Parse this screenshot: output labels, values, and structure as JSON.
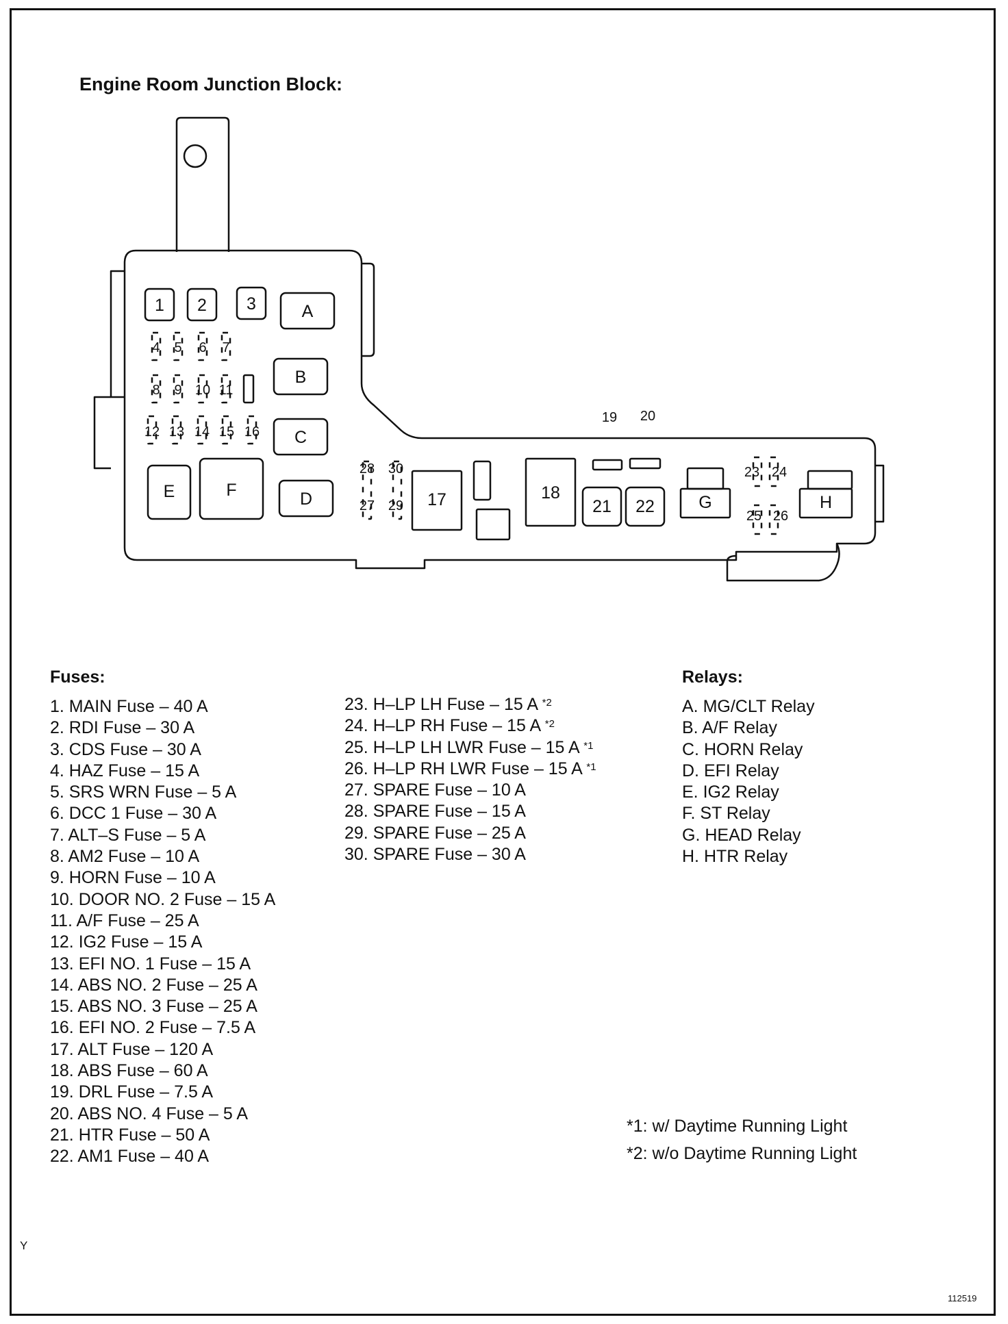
{
  "title": "Engine Room Junction Block:",
  "diagram": {
    "fuse_slots": [
      "1",
      "2",
      "3",
      "4",
      "5",
      "6",
      "7",
      "8",
      "9",
      "10",
      "11",
      "12",
      "13",
      "14",
      "15",
      "16",
      "17",
      "18",
      "19",
      "20",
      "21",
      "22",
      "23",
      "24",
      "25",
      "26",
      "27",
      "28",
      "29",
      "30"
    ],
    "relays": [
      "A",
      "B",
      "C",
      "D",
      "E",
      "F",
      "G",
      "H"
    ]
  },
  "fuses_heading": "Fuses:",
  "relays_heading": "Relays:",
  "fuses_col1": [
    "1. MAIN Fuse – 40 A",
    "2. RDI Fuse – 30 A",
    "3. CDS Fuse – 30 A",
    "4. HAZ Fuse – 15 A",
    "5. SRS WRN Fuse – 5 A",
    "6. DCC 1 Fuse – 30 A",
    "7. ALT–S Fuse – 5 A",
    "8. AM2 Fuse – 10 A",
    "9. HORN Fuse – 10 A",
    "10. DOOR NO. 2 Fuse – 15 A",
    "11. A/F Fuse – 25 A",
    "12. IG2 Fuse – 15 A",
    "13. EFI NO. 1 Fuse – 15 A",
    "14. ABS NO. 2 Fuse – 25 A",
    "15. ABS NO. 3 Fuse – 25 A",
    "16. EFI NO. 2 Fuse – 7.5 A",
    "17. ALT Fuse – 120 A",
    "18. ABS Fuse – 60 A",
    "19. DRL Fuse – 7.5 A",
    "20. ABS NO. 4 Fuse – 5 A",
    "21. HTR Fuse – 50 A",
    "22. AM1 Fuse – 40 A"
  ],
  "fuses_col2": [
    {
      "text": "23. H–LP LH Fuse – 15 A",
      "note": "*2"
    },
    {
      "text": "24. H–LP RH Fuse – 15 A",
      "note": "*2"
    },
    {
      "text": "25. H–LP LH LWR Fuse – 15 A",
      "note": "*1"
    },
    {
      "text": "26. H–LP RH LWR Fuse – 15 A",
      "note": "*1"
    },
    {
      "text": "27. SPARE Fuse – 10 A",
      "note": ""
    },
    {
      "text": "28. SPARE Fuse – 15 A",
      "note": ""
    },
    {
      "text": "29. SPARE Fuse – 25 A",
      "note": ""
    },
    {
      "text": "30. SPARE Fuse – 30 A",
      "note": ""
    }
  ],
  "relays_list": [
    "A. MG/CLT Relay",
    "B. A/F Relay",
    "C. HORN Relay",
    "D. EFI Relay",
    "E. IG2 Relay",
    "F. ST Relay",
    "G. HEAD Relay",
    "H. HTR Relay"
  ],
  "notes": [
    "*1: w/ Daytime Running Light",
    "*2: w/o Daytime Running Light"
  ],
  "corner_mark": "Y",
  "ref_number": "112519"
}
